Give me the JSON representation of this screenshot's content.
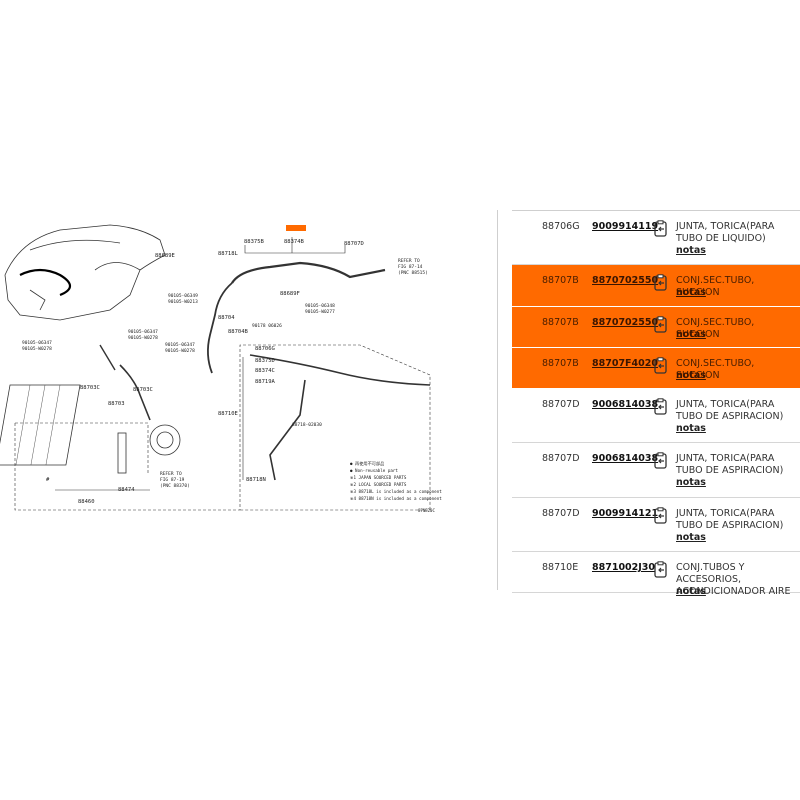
{
  "diagram": {
    "labels": {
      "l88689E": "88689E",
      "l88718L": "88718L",
      "l88375B": "88375B",
      "l88374B": "88374B",
      "l88707D": "88707D",
      "lrefer1a": "REFER TO",
      "lrefer1b": "FIG 87-14",
      "lrefer1c": "(PNC 88515)",
      "l88689F": "88689F",
      "l90105_06349": "90105-06349",
      "l90105_w0213": "90105-W0213",
      "l90105_06348": "90105-06348",
      "l90105_w0277": "90105-W0277",
      "l90178": "90178 06026",
      "l88704": "88704",
      "l88704B": "88704B",
      "l90105_06347a": "90105-06347",
      "l90105_w0278a": "90105-W0278",
      "l90105_06347b": "90105-06347",
      "l90105_w0278b": "90105-W0278",
      "l90105_06347c": "90105-06347",
      "l90105_w0278c": "90105-W0278",
      "l88706G": "88706G",
      "l88375D": "88375D",
      "l88374C": "88374C",
      "l88719A": "88719A",
      "l88703C1": "88703C",
      "l88703C2": "88703C",
      "l88703": "88703",
      "l88710E": "88710E",
      "l88718_02030": "88718-02030",
      "lrefer2a": "REFER TO",
      "lrefer2b": "FIG 87-19",
      "lrefer2c": "(PNC 88370)",
      "l88718N": "88718N",
      "l88474": "88474",
      "l88460": "88460",
      "lhash": "#",
      "legend1": "● 再使用不可部品",
      "legend2": "● Non-reusable part",
      "legend3": "※1 JAPAN SOURCED PARTS",
      "legend4": "※2 LOCAL SOURCED PARTS",
      "legend5": "※3 88718L is included as a component",
      "legend6": "※4 88718N is included as a component",
      "code": "87NE20C"
    }
  },
  "parts": [
    {
      "ref": "88706G",
      "pn": "9009914119",
      "desc": "JUNTA, TORICA(PARA TUBO DE LIQUIDO)",
      "notes": "notas",
      "highlight": false
    },
    {
      "ref": "88707B",
      "pn": "8870702550",
      "desc": "CONJ.SEC.TUBO, SUCCION",
      "notes": "notas",
      "highlight": true
    },
    {
      "ref": "88707B",
      "pn": "8870702550",
      "desc": "CONJ.SEC.TUBO, SUCCION",
      "notes": "notas",
      "highlight": true
    },
    {
      "ref": "88707B",
      "pn": "88707F4020",
      "desc": "CONJ.SEC.TUBO, SUCCION",
      "notes": "notas",
      "highlight": true
    },
    {
      "ref": "88707D",
      "pn": "9006814038",
      "desc": "JUNTA, TORICA(PARA TUBO DE ASPIRACION)",
      "notes": "notas",
      "highlight": false
    },
    {
      "ref": "88707D",
      "pn": "9006814038",
      "desc": "JUNTA, TORICA(PARA TUBO DE ASPIRACION)",
      "notes": "notas",
      "highlight": false
    },
    {
      "ref": "88707D",
      "pn": "9009914121",
      "desc": "JUNTA, TORICA(PARA TUBO DE ASPIRACION)",
      "notes": "notas",
      "highlight": false
    },
    {
      "ref": "88710E",
      "pn": "8871002J30",
      "desc": "CONJ.TUBOS Y ACCESORIOS, ACONDICIONADOR AIRE",
      "notes": "notas",
      "highlight": false
    }
  ],
  "colors": {
    "highlight": "#ff6a00",
    "callout": "#ff6a00"
  },
  "icons": {
    "cart": "cart-add-icon"
  }
}
